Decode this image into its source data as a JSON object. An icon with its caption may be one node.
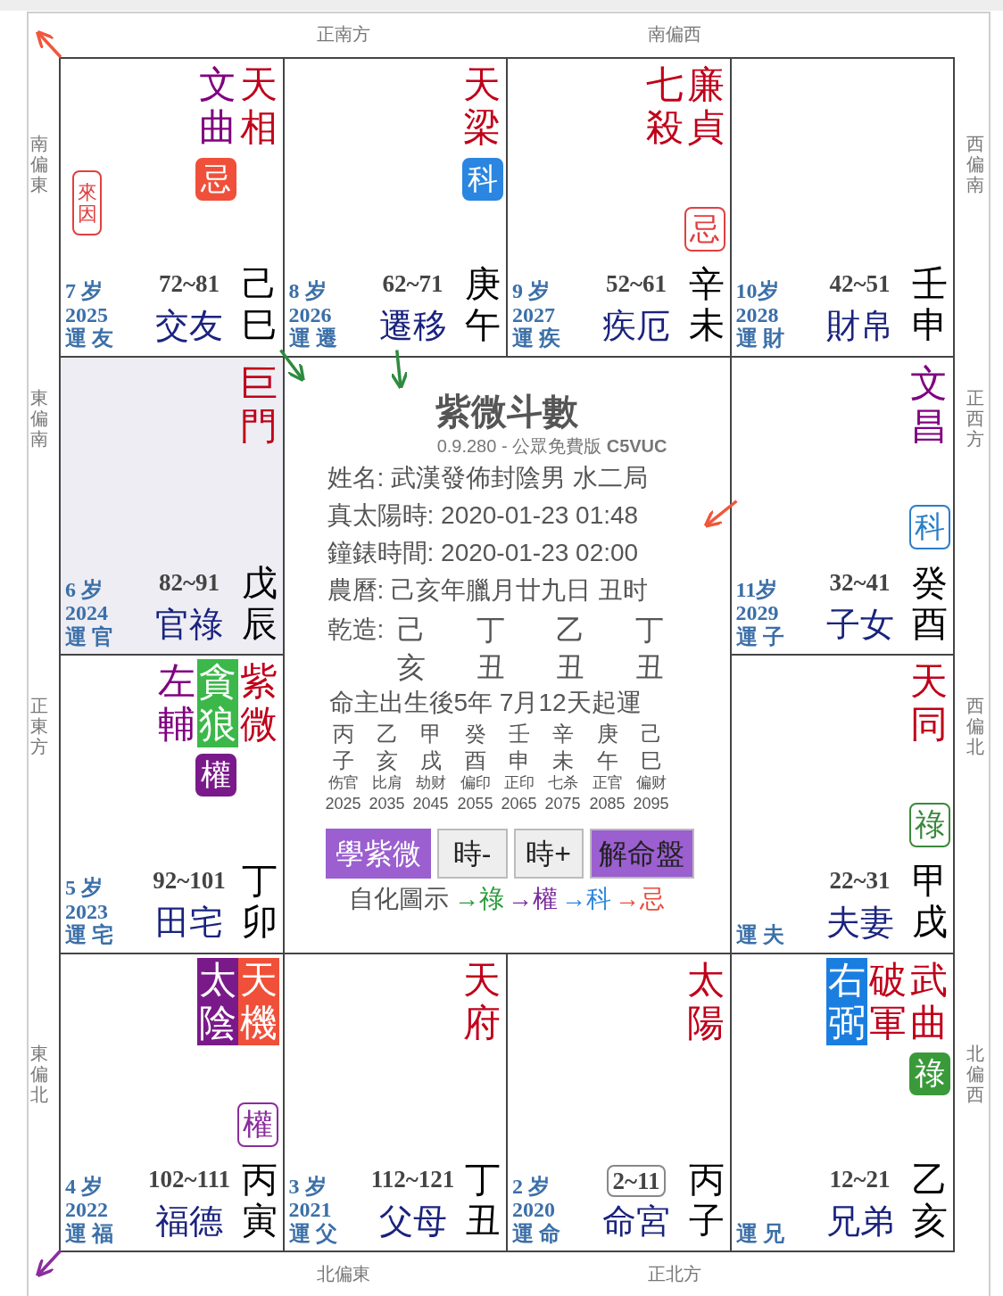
{
  "diagram": {
    "title": "紫微斗數",
    "nodes": [
      {
        "text": [
          "天相",
          "文曲",
          "7 岁",
          "2025",
          "運 友",
          "72~81",
          "交友",
          "己巳"
        ]
      },
      {
        "text": [
          "天梁",
          "8 岁",
          "2026",
          "運 遷",
          "62~71",
          "遷移",
          "庚午"
        ]
      },
      {
        "text": [
          "廉貞",
          "七殺",
          "9 岁",
          "2027",
          "運 疾",
          "52~61",
          "疾厄",
          "辛未"
        ]
      },
      {
        "text": [
          "10岁",
          "2028",
          "運 財",
          "42~51",
          "財帛",
          "壬申"
        ]
      },
      {
        "text": [
          "巨門",
          "6 岁",
          "2024",
          "運 官",
          "82~91",
          "官祿",
          "戊辰"
        ]
      },
      {
        "text": [
          "0.9.280 - 公眾免費版 **C5VUC**",
          "姓名: 武漢發佈封陰男 水二局",
          "真太陽時: 2020-01-23 01:48",
          "鐘錶時間: 2020-01-23 02:00",
          "農曆: 己亥年臘月廿九日 丑时",
          "乾造:",
          "己",
          "丁",
          "乙",
          "丁",
          "亥",
          "丑",
          "丑",
          "丑",
          "命主出生後5年 7月12天起運",
          "丙",
          "乙",
          "甲",
          "癸",
          "壬",
          "辛",
          "庚",
          "己",
          "子",
          "亥",
          "戌",
          "酉",
          "申",
          "未",
          "午",
          "巳",
          "伤官",
          "比肩",
          "劫财",
          "偏印",
          "正印",
          "七杀",
          "正官",
          "偏财",
          "2025",
          "2035",
          "2045",
          "2055",
          "2065",
          "2075",
          "2085",
          "2095",
          "自化圖示",
          "→祿",
          "→權",
          "→科",
          "→忌"
        ]
      },
      {
        "text": [
          "文昌",
          "11岁",
          "2029",
          "運 子",
          "32~41",
          "子女",
          "癸酉"
        ]
      },
      {
        "text": [
          "紫微",
          "貪狼",
          "左輔",
          "5 岁",
          "2023",
          "運 宅",
          "92~101",
          "田宅",
          "丁卯"
        ]
      },
      {
        "text": [
          "天同",
          "運 夫",
          "22~31",
          "夫妻",
          "甲戌"
        ]
      },
      {
        "text": [
          "天機",
          "太陰",
          "4 岁",
          "2022",
          "運 福",
          "102~111",
          "福德",
          "丙寅"
        ]
      },
      {
        "text": [
          "天府",
          "3 岁",
          "2021",
          "運 父",
          "112~121",
          "父母",
          "丁丑"
        ]
      },
      {
        "text": [
          "太陽",
          "2 岁",
          "2020",
          "運 命",
          "2~11",
          "命宮",
          "丙子"
        ]
      },
      {
        "text": [
          "武曲",
          "破軍",
          "右弼",
          "運 兄",
          "12~21",
          "兄弟",
          "乙亥"
        ]
      },
      {
        "text": [
          "忌"
        ],
        "in": 0
      },
      {
        "text": [
          "來因"
        ],
        "in": 0
      },
      {
        "text": [
          "科"
        ],
        "in": 1
      },
      {
        "text": [
          "忌"
        ],
        "in": 2
      },
      {
        "text": [
          "科"
        ],
        "in": 6
      },
      {
        "text": [
          "權"
        ],
        "in": 7
      },
      {
        "text": [
          "祿"
        ],
        "in": 8
      },
      {
        "text": [
          "權"
        ],
        "in": 9
      },
      {
        "text": [
          "祿"
        ],
        "in": 12
      },
      {
        "text": [
          "學紫微"
        ],
        "in": 5
      },
      {
        "text": [
          "時-"
        ],
        "in": 5
      },
      {
        "text": [
          "時+"
        ],
        "in": 5
      },
      {
        "text": [
          "解命盤"
        ],
        "in": 5
      }
    ],
    "edges": [
      {
        "from": 0,
        "to": null,
        "arrow": "to",
        "color": "#f0573b"
      },
      {
        "from": 0,
        "to": 5,
        "arrow": "to",
        "color": "#2e8b3e"
      },
      {
        "from": 1,
        "to": 5,
        "arrow": "to",
        "color": "#2e8b3e"
      },
      {
        "from": 6,
        "to": 5,
        "arrow": "to",
        "color": "#f0573b"
      },
      {
        "from": 9,
        "to": null,
        "arrow": "to",
        "color": "#8b2c9e"
      }
    ],
    "labels": [
      "正南方",
      "南偏西",
      "南偏東",
      "西偏南",
      "東偏南",
      "正西方",
      "正東方",
      "西偏北",
      "東偏北",
      "北偏西",
      "北偏東",
      "正北方"
    ]
  }
}
